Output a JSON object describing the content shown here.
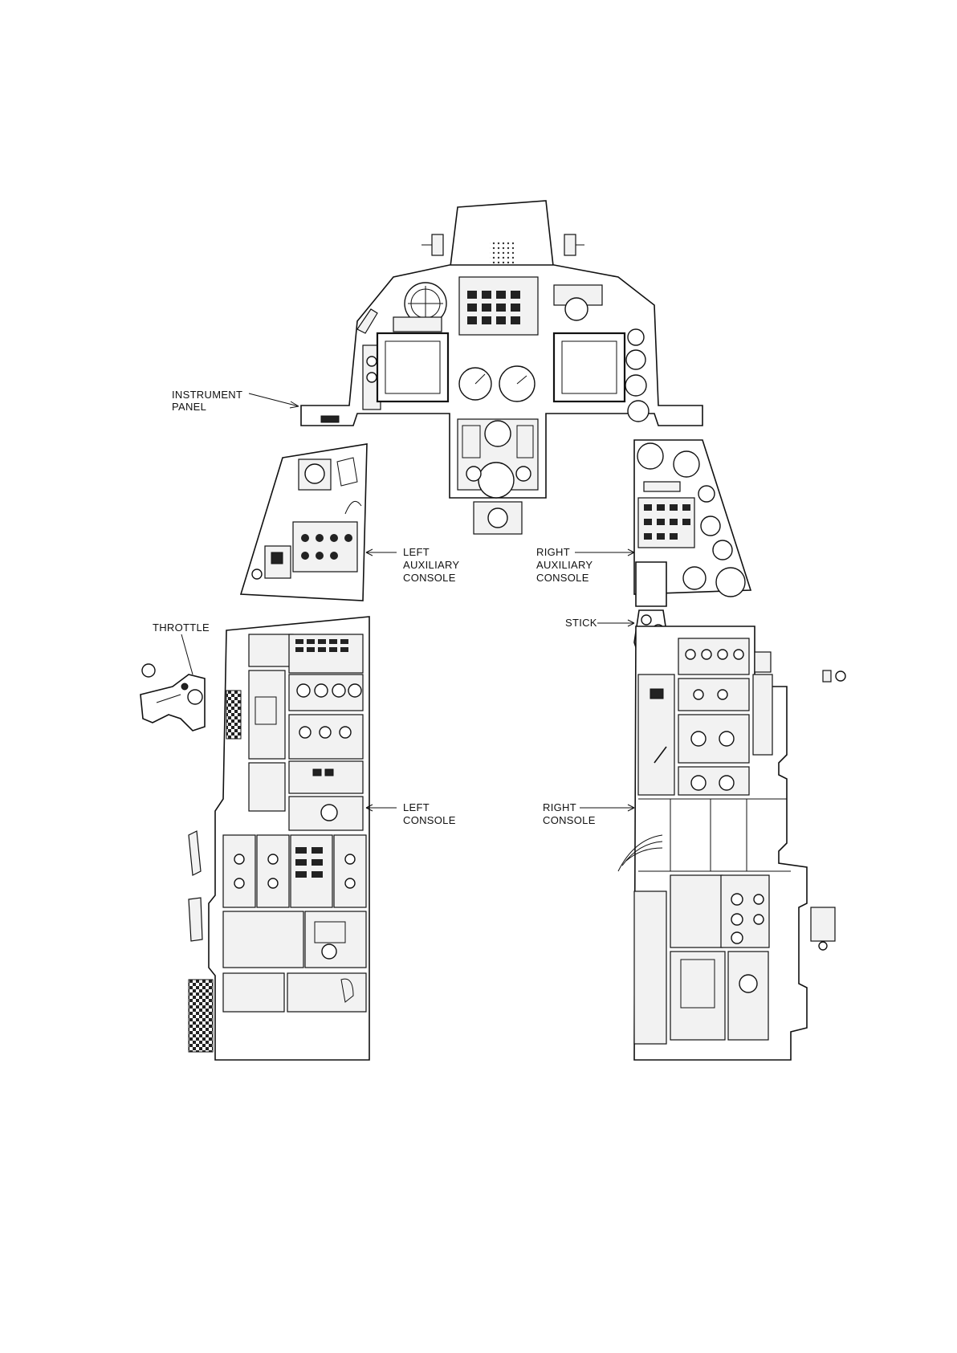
{
  "labels": {
    "instrument_panel": [
      "INSTRUMENT",
      "PANEL"
    ],
    "left_aux_console": [
      "LEFT",
      "AUXILIARY",
      "CONSOLE"
    ],
    "right_aux_console": [
      "RIGHT",
      "AUXILIARY",
      "CONSOLE"
    ],
    "throttle": "THROTTLE",
    "stick": "STICK",
    "left_console": [
      "LEFT",
      "CONSOLE"
    ],
    "right_console": [
      "RIGHT",
      "CONSOLE"
    ]
  },
  "colors": {
    "line": "#111111",
    "background": "#ffffff"
  }
}
